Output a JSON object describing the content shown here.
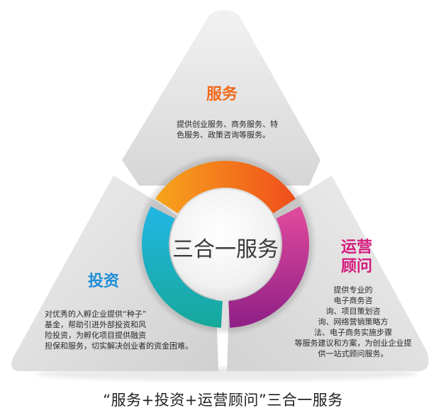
{
  "diagram": {
    "center_label": "三合一服务",
    "caption": "“服务+投资+运营顾问”三合一服务",
    "sections": [
      {
        "key": "service",
        "title": "服务",
        "title_color": "#f26a1b",
        "ring_color_start": "#f7a51c",
        "ring_color_end": "#ef4e1b",
        "desc_lines": [
          "提供创业服务、商务服务、特",
          "色服务、政策咨询等服务。"
        ]
      },
      {
        "key": "investment",
        "title": "投资",
        "title_color": "#1f8ed8",
        "ring_color_start": "#22b6e4",
        "ring_color_end": "#16a89a",
        "desc_lines": [
          "对优秀的入孵企业提供“种子”",
          "基金，帮助引进外部投资和风",
          "险投资，为孵化项目提供融资",
          "担保和服务，切实解决创业者的资金困难。"
        ]
      },
      {
        "key": "operation",
        "title_lines": [
          "运营",
          "顾问"
        ],
        "title_color": "#d61a7e",
        "ring_color_start": "#e24b9d",
        "ring_color_end": "#8e1f86",
        "desc_lines": [
          "提供专业的",
          "电子商务咨",
          "询、项目策划咨",
          "询、网络营销策略方",
          "法、电子商务实施步骤",
          "等服务建议和方案，为创业企业提",
          "供一站式顾问服务。"
        ]
      }
    ]
  }
}
